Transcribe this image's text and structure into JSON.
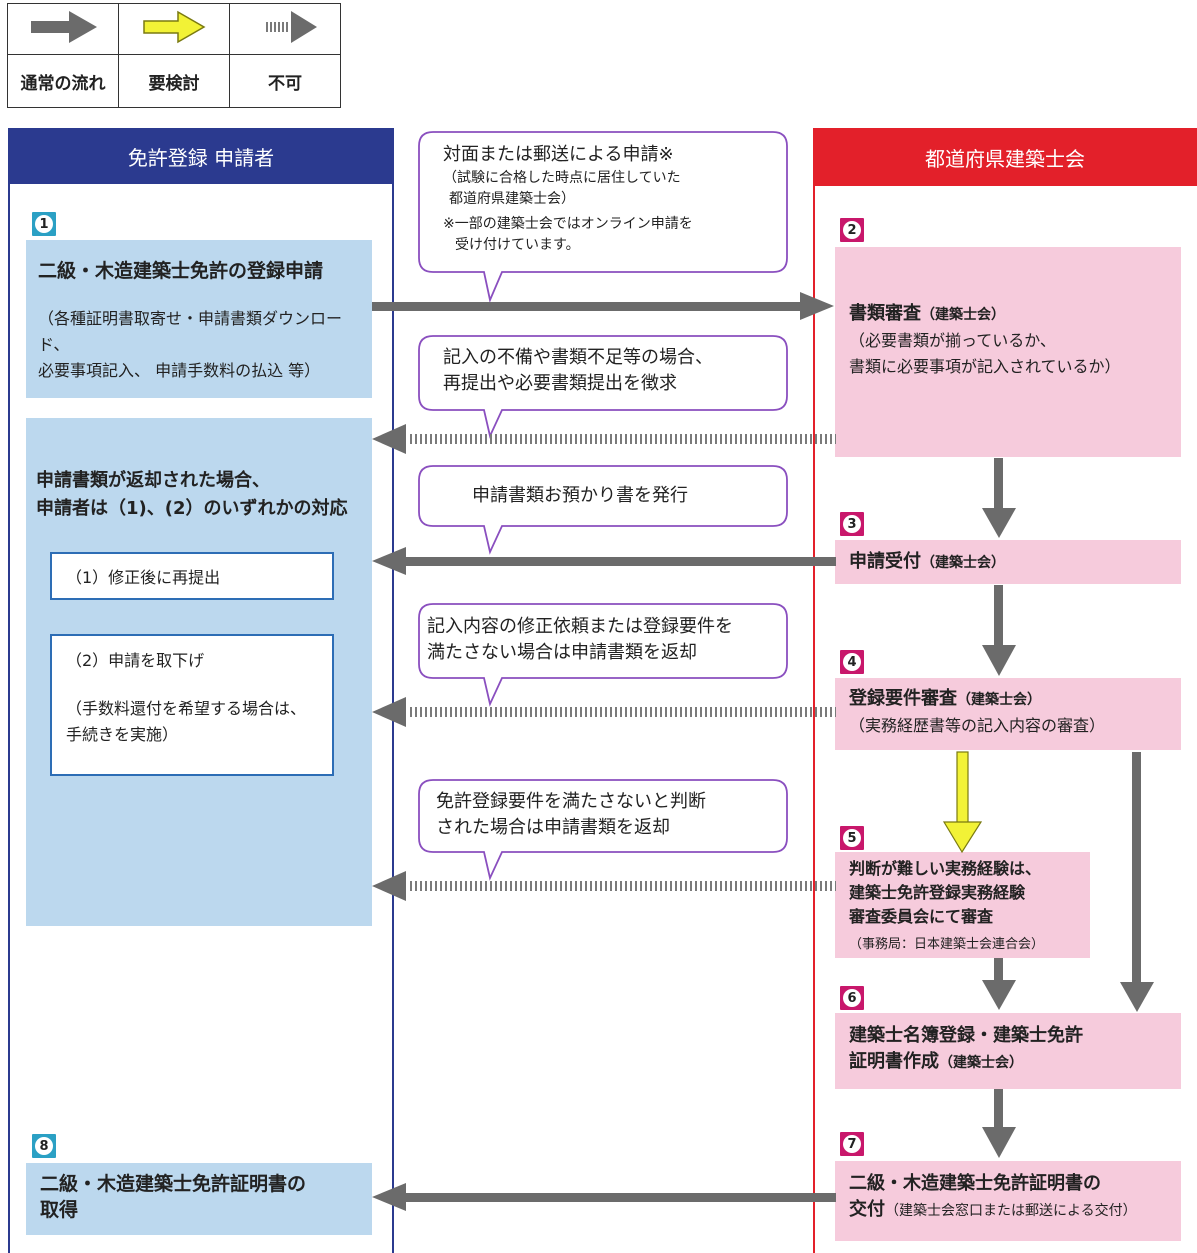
{
  "legend": {
    "normal_label": "通常の流れ",
    "review_label": "要検討",
    "not_allowed_label": "不可"
  },
  "lanes": {
    "applicant_title": "免許登録 申請者",
    "association_title": "都道府県建築士会"
  },
  "steps": {
    "s1": {
      "num": "1",
      "title": "二級・木造建築士免許の登録申請",
      "detail1": "（各種証明書取寄せ・申請書類ダウンロード、",
      "detail2": "必要事項記入、 申請手数料の払込 等）"
    },
    "s2": {
      "num": "2",
      "title": "書類審査",
      "tag": "（建築士会）",
      "detail1": "（必要書類が揃っているか、",
      "detail2": "書類に必要事項が記入されているか）"
    },
    "s3": {
      "num": "3",
      "title": "申請受付",
      "tag": "（建築士会）"
    },
    "s4": {
      "num": "4",
      "title": "登録要件審査",
      "tag": "（建築士会）",
      "detail": "（実務経歴書等の記入内容の審査）"
    },
    "s5": {
      "num": "5",
      "line1": "判断が難しい実務経験は、",
      "line2": "建築士免許登録実務経験",
      "line3": "審査委員会にて審査",
      "note": "（事務局：日本建築士会連合会）"
    },
    "s6": {
      "num": "6",
      "line1": "建築士名簿登録・建築士免許",
      "line2": "証明書作成",
      "tag": "（建築士会）"
    },
    "s7": {
      "num": "7",
      "line1": "二級・木造建築士免許証明書の",
      "line2": "交付",
      "tag": "（建築士会窓口または郵送による交付）"
    },
    "s8": {
      "num": "8",
      "line1": "二級・木造建築士免許証明書の",
      "line2": "取得"
    }
  },
  "returned": {
    "title1": "申請書類が返却された場合、",
    "title2": "申請者は（1)、(2）のいずれかの対応",
    "opt1": "（1）修正後に再提出",
    "opt2": "（2）申請を取下げ",
    "opt2_note1": "（手数料還付を希望する場合は、",
    "opt2_note2": "手続きを実施）"
  },
  "callouts": {
    "c1": {
      "line1": "対面または郵送による申請※",
      "line2": "（試験に合格した時点に居住していた",
      "line3": "都道府県建築士会）",
      "line4": "※一部の建築士会ではオンライン申請を",
      "line5": "受け付けています。"
    },
    "c2": {
      "line1": "記入の不備や書類不足等の場合、",
      "line2": "再提出や必要書類提出を徴求"
    },
    "c3": {
      "line1": "申請書類お預かり書を発行"
    },
    "c4": {
      "line1": "記入内容の修正依頼または登録要件を",
      "line2": "満たさない場合は申請書類を返却"
    },
    "c5": {
      "line1": "免許登録要件を満たさないと判断",
      "line2": "された場合は申請書類を返却"
    }
  },
  "colors": {
    "applicant_blue": "#2b3a8f",
    "association_red": "#e3202a",
    "light_blue": "#bcd8ee",
    "light_pink": "#f6cbdc",
    "arrow_gray": "#6b6b6b",
    "arrow_yellow": "#ecec2a",
    "callout_border": "#8a4fbf"
  }
}
